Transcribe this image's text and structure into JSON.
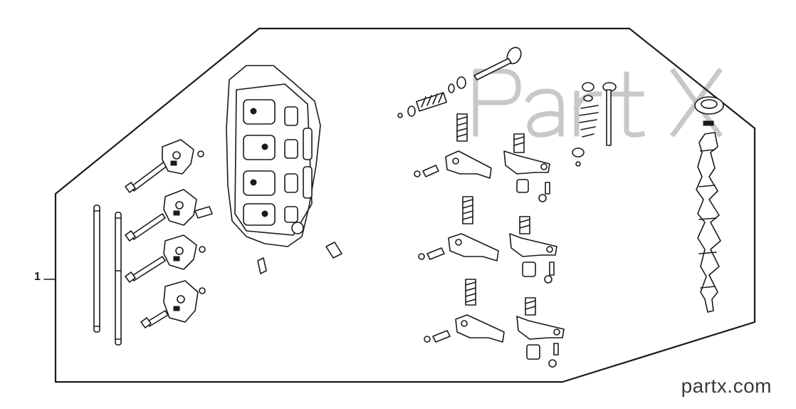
{
  "diagram": {
    "callout_number": "1",
    "watermark_text": "PartX",
    "site_label": "partx.com",
    "line_color": "#1a1a1a",
    "watermark_color": "#c8c8c8"
  }
}
